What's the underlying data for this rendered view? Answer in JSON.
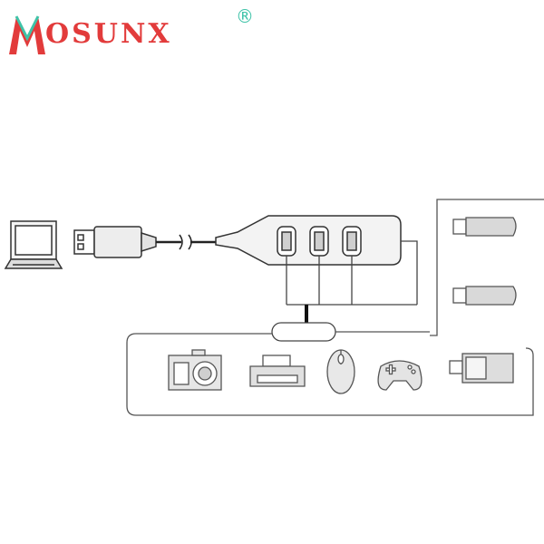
{
  "brand": {
    "name_initial": "M",
    "name_rest": "OSUNX",
    "registered_mark": "®"
  },
  "colors": {
    "brand_red": "#e23b3b",
    "brand_teal": "#3fc3a8",
    "line_dark": "#2a2a2a",
    "line_gray": "#777777",
    "fill_light": "#eeeeee"
  },
  "devices": {
    "host": "laptop-icon",
    "hub": "usb-hub-4-port",
    "left_group": [
      "camera-icon",
      "printer-icon",
      "mouse-icon",
      "gamepad-icon",
      "card-reader-icon"
    ],
    "right_group": [
      "usb-flash-drive-icon",
      "usb-flash-drive-icon"
    ]
  }
}
